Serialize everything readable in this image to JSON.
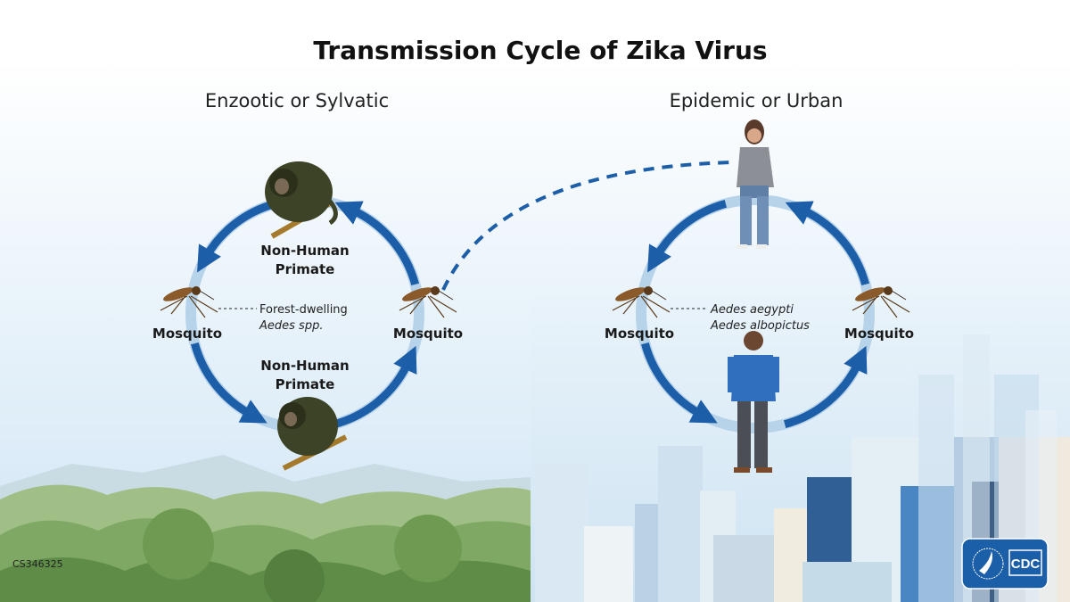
{
  "title": "Transmission Cycle of Zika Virus",
  "left_cycle": {
    "heading": "Enzootic or Sylvatic",
    "top_host": [
      "Non-Human",
      "Primate"
    ],
    "bottom_host": [
      "Non-Human",
      "Primate"
    ],
    "left_vector": "Mosquito",
    "right_vector": "Mosquito",
    "species_note": [
      "Forest-dwelling",
      "Aedes spp."
    ]
  },
  "right_cycle": {
    "heading": "Epidemic or Urban",
    "left_vector": "Mosquito",
    "right_vector": "Mosquito",
    "species_note": [
      "Aedes aegypti",
      "Aedes albopictus"
    ]
  },
  "code": "CS346325",
  "logo": {
    "text": "CDC"
  },
  "colors": {
    "arrow": "#1d5ea8",
    "ring": "#b7d3ea",
    "sky_top": "#ffffff",
    "sky_bottom": "#d6e9f6",
    "forest": "#6f9a57",
    "logo_bg": "#1b5fa8"
  }
}
